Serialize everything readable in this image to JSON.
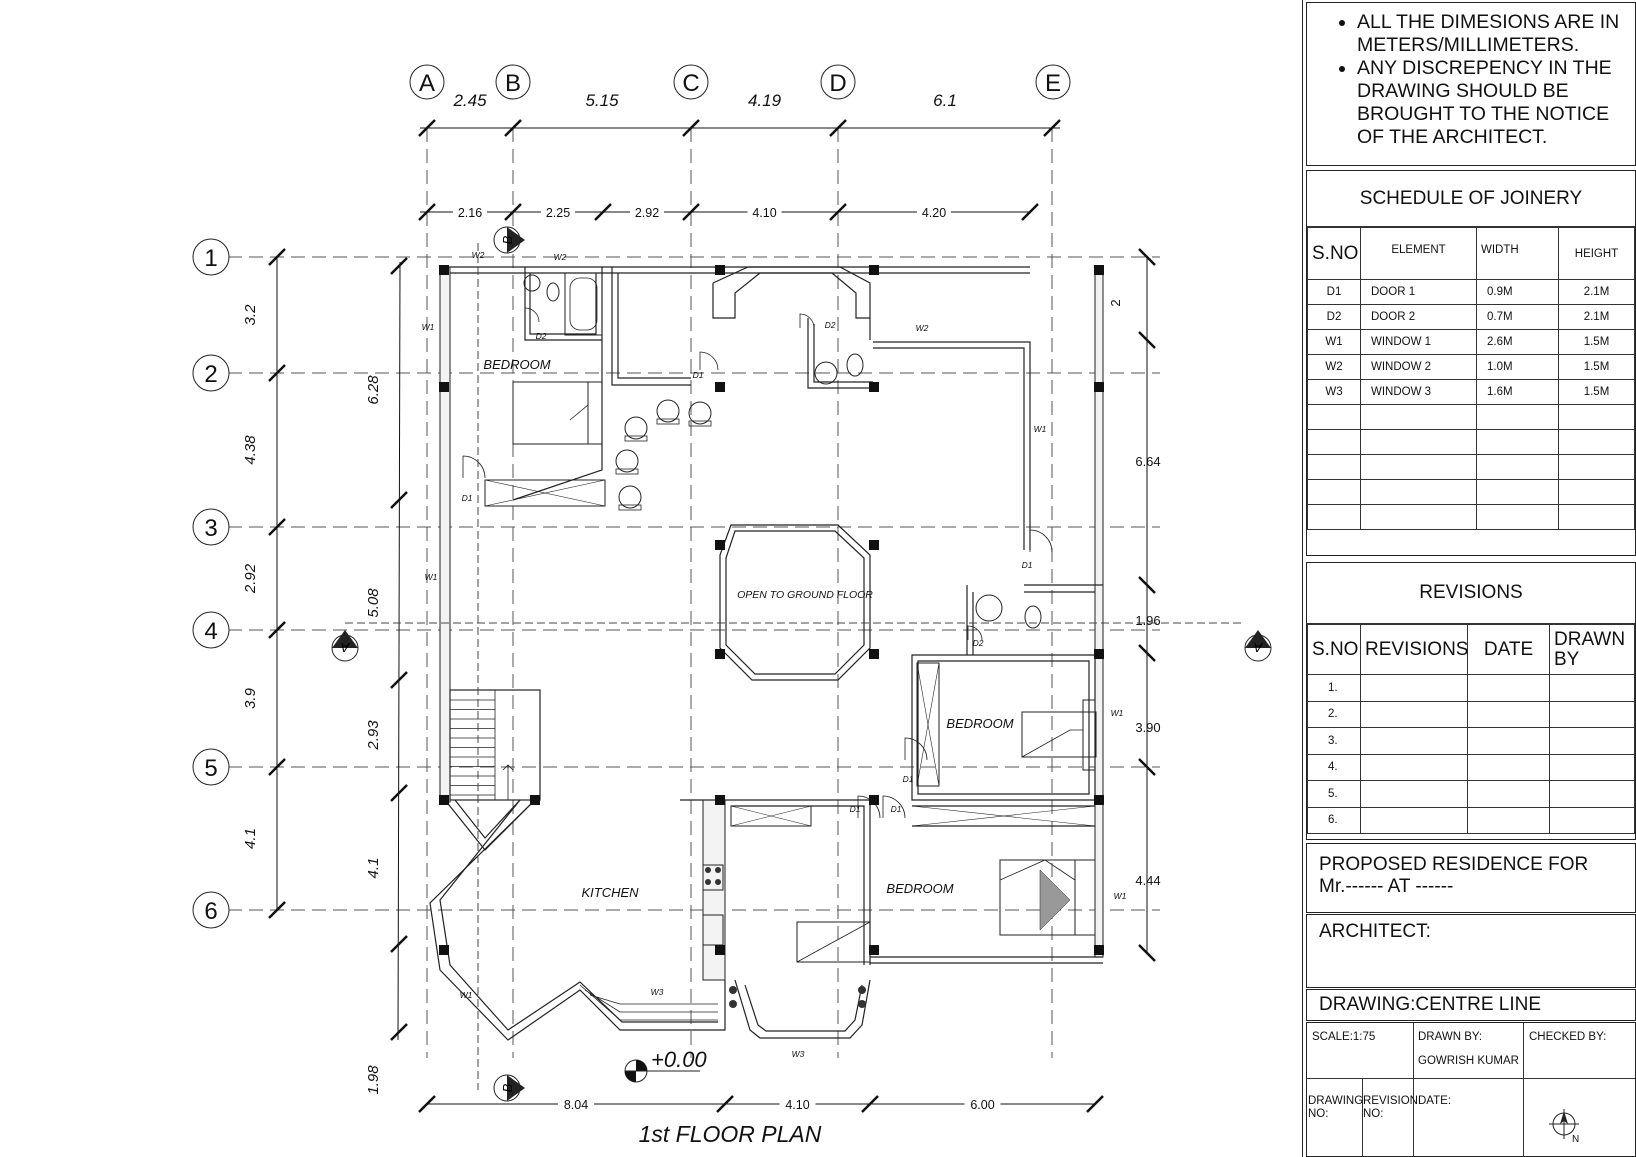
{
  "title": "1st FLOOR PLAN",
  "level": "+0.00",
  "grid": {
    "columns": [
      "A",
      "B",
      "C",
      "D",
      "E"
    ],
    "rows": [
      "1",
      "2",
      "3",
      "4",
      "5",
      "6"
    ],
    "section_marks": [
      "A",
      "A",
      "B",
      "B"
    ]
  },
  "dimensions": {
    "top_outer": [
      "2.45",
      "5.15",
      "4.19",
      "6.1"
    ],
    "top_inner": [
      "2.16",
      "2.25",
      "2.92",
      "4.10",
      "4.20"
    ],
    "left_outer": [
      "3.2",
      "4.38",
      "2.92",
      "3.9",
      "4.1"
    ],
    "left_inner": [
      "6.28",
      "5.08",
      "2.93",
      "4.1",
      "1.98"
    ],
    "right": [
      "2",
      "6.64",
      "1.96",
      "3.90",
      "4.44"
    ],
    "bottom": [
      "8.04",
      "4.10",
      "6.00"
    ]
  },
  "rooms": {
    "bedroom": "BEDROOM",
    "kitchen": "KITCHEN",
    "open": "OPEN TO GROUND FLOOR"
  },
  "tags": {
    "d1": "D1",
    "d2": "D2",
    "w1": "W1",
    "w2": "W2",
    "w3": "W3"
  },
  "notes": [
    "ALL THE DIMESIONS ARE IN METERS/MILLIMETERS.",
    "ANY DISCREPENCY IN THE DRAWING SHOULD BE BROUGHT TO THE NOTICE OF THE ARCHITECT."
  ],
  "schedule": {
    "title": "SCHEDULE OF JOINERY",
    "headers": [
      "S.NO",
      "ELEMENT",
      "WIDTH",
      "HEIGHT"
    ],
    "rows": [
      [
        "D1",
        "DOOR 1",
        "0.9M",
        "2.1M"
      ],
      [
        "D2",
        "DOOR 2",
        "0.7M",
        "2.1M"
      ],
      [
        "W1",
        "WINDOW 1",
        "2.6M",
        "1.5M"
      ],
      [
        "W2",
        "WINDOW 2",
        "1.0M",
        "1.5M"
      ],
      [
        "W3",
        "WINDOW 3",
        "1.6M",
        "1.5M"
      ]
    ],
    "empty_rows": 5
  },
  "revisions": {
    "title": "REVISIONS",
    "headers": [
      "S.NO",
      "REVISIONS",
      "DATE",
      "DRAWN BY"
    ],
    "rows": [
      "1.",
      "2.",
      "3.",
      "4.",
      "5.",
      "6."
    ]
  },
  "project": "PROPOSED RESIDENCE FOR Mr.------ AT ------",
  "architect": "ARCHITECT:",
  "drawing": "DRAWING:CENTRE LINE",
  "titleblock": {
    "scale": "SCALE:1:75",
    "drawn_by_label": "DRAWN BY:",
    "drawn_by": "GOWRISH KUMAR",
    "checked_by": "CHECKED BY:",
    "drawing_no": "DRAWING NO:",
    "revision_no": "REVISION NO:",
    "date": "DATE:",
    "north": "N"
  }
}
